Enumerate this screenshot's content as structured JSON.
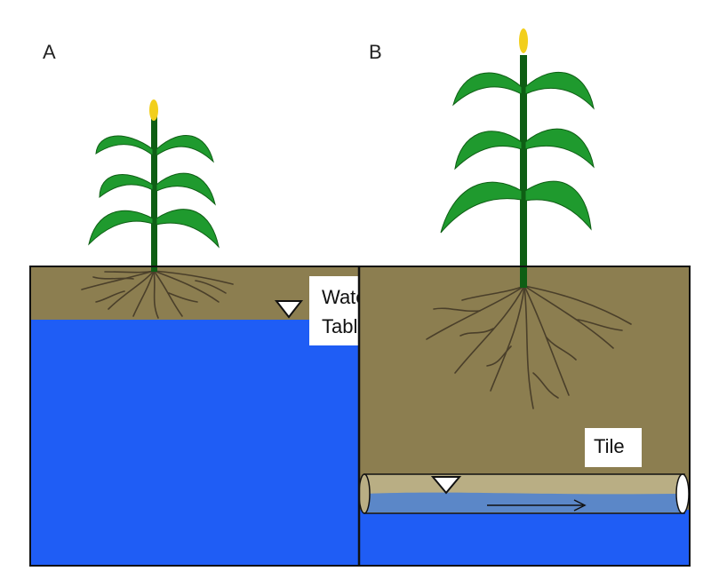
{
  "panels": {
    "a": {
      "label": "A"
    },
    "b": {
      "label": "B"
    }
  },
  "callouts": {
    "water_table": {
      "line1": "Water",
      "line2": "Table"
    },
    "tile": {
      "text": "Tile"
    }
  },
  "colors": {
    "soil": "#8c7e50",
    "water": "#1f5df5",
    "tile_water": "#5b87c8",
    "tile_pipe": "#b9ae84",
    "leaf": "#1f9a2e",
    "stem": "#0e5e14",
    "tassel": "#f2cf1c",
    "root": "#4a3f2a",
    "outline": "#111111"
  }
}
